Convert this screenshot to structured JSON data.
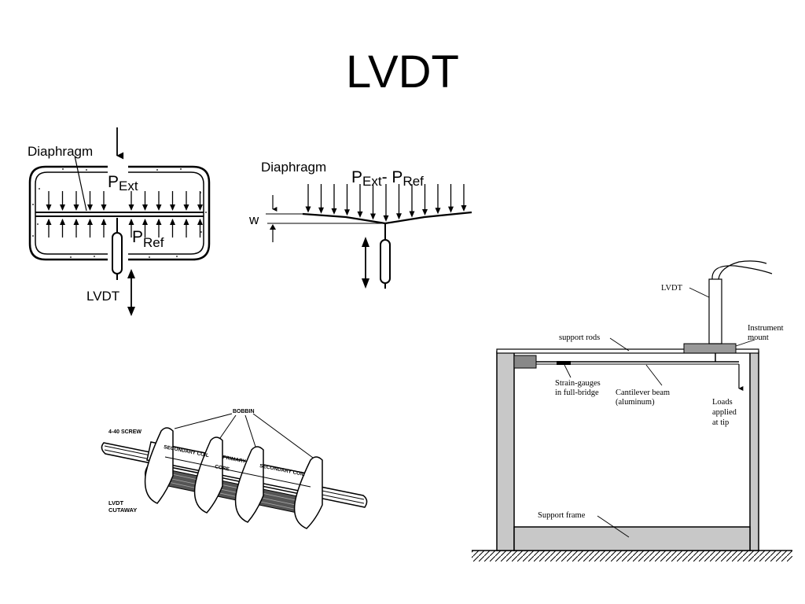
{
  "slide": {
    "title": "LVDT"
  },
  "pressure_sensor": {
    "diaphragm_label": "Diaphragm",
    "p_ext_main": "P",
    "p_ext_sub": "Ext",
    "p_ref_main": "P",
    "p_ref_sub": "Ref",
    "lvdt_label": "LVDT"
  },
  "deflection_detail": {
    "diaphragm_label": "Diaphragm",
    "p_main_1": "P",
    "p_sub_1": "Ext",
    "minus": "- ",
    "p_main_2": "P",
    "p_sub_2": "Ref",
    "w_label": "w"
  },
  "cutaway": {
    "screw_label": "4-40 SCREW",
    "bobbin_label": "BOBBIN",
    "secondary_coil_left": "SECONDARY COIL",
    "primary_label": "PRIMARY",
    "secondary_coil_right": "SECONDARY COIL",
    "core_label": "CORE",
    "cutaway_line1": "LVDT",
    "cutaway_line2": "CUTAWAY"
  },
  "cantilever_rig": {
    "lvdt_label": "LVDT",
    "instrument_mount_line1": "Instrument",
    "instrument_mount_line2": "mount",
    "support_rods": "support rods",
    "strain_gauges_line1": "Strain-gauges",
    "strain_gauges_line2": "in full-bridge",
    "cantilever_line1": "Cantilever beam",
    "cantilever_line2": "(aluminum)",
    "loads_line1": "Loads",
    "loads_line2": "applied",
    "loads_line3": "at tip",
    "support_frame": "Support frame"
  }
}
